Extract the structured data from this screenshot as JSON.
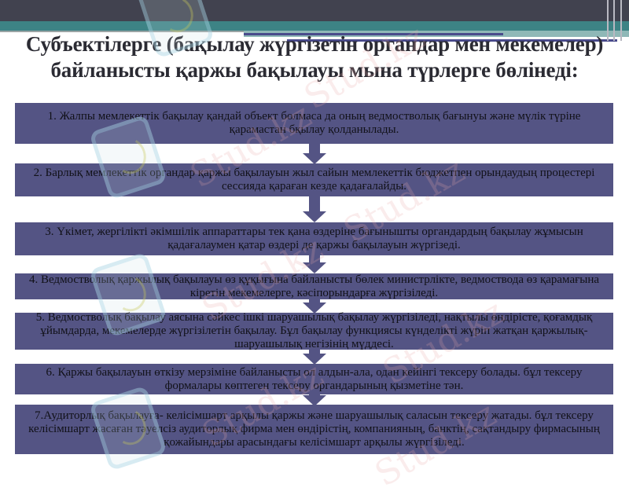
{
  "slide": {
    "title_line1": "Субъектілерге (бақылау жүргізетін органдар мен мекемелер)",
    "title_line2": "байланысты қаржы бақылауы мына түрлерге бөлінеді:",
    "box_color": "#545484",
    "header_dark_color": "#41424f",
    "header_teal_color": "#3d8385",
    "watermark": "Stud.kz"
  },
  "flow": {
    "steps": [
      {
        "label": "1. Жалпы мемлекеттік бақылау қандай объект болмаса да оның ведмостволық бағынуы және мүлік түріне қарамастан бқылау қолданылады."
      },
      {
        "label": "2. Барлық мемлекеттік органдар қаржы бақылауын жыл сайын мемлекеттік бюджетпен орындаудың процестері сессияда қараған кезде қадағалайды."
      },
      {
        "label": "3. Үкімет, жергілікті әкімшілік аппараттары тек қана өздеріне бағынышты органдардың бақылау жұмысын қадағалаумен қатар өздері де қаржы бақылауын жүргізеді."
      },
      {
        "label": "4. Ведмостволық қаржылық бақылауы өз құқығына байланысты бөлек министрлікте, ведмостводa өз қарамағына кіретін мекемелерге, кәсіпорындарға жүргізіледі."
      },
      {
        "label": "5. Ведмостволық бақылау аясына сәйкес ішкі шаруашылық бақылау жүргізіледі, нақтылы өндірісте, қоғамдық ұйымдарда, мекемелерде жүргізілетін бақылау. Бұл бақылау функциясы күнделікті жүріп жатқан қаржылық-шаруашылық негізінің мүддесі."
      },
      {
        "label": "6. Қаржы бақылауын өткізу мерзіміне байланысты ол алдын-ала, одан кейінгі тексеру болады. бұл тексеру формалары көптеген тексеру органдарының қызметіне тән."
      },
      {
        "label": "7.Аудиторлық бақылауға- келісімшарт арқылы қаржы және шаруашылық саласын тексеру жатады. бұл тексеру келісімшарт жасаған тәуелсіз аудиторлық фирма мен өндірістің, компанияның, банктің, сақтандыру фирмасының қожайындары арасындағы келісімшарт арқылы жүргізіледі."
      }
    ]
  }
}
